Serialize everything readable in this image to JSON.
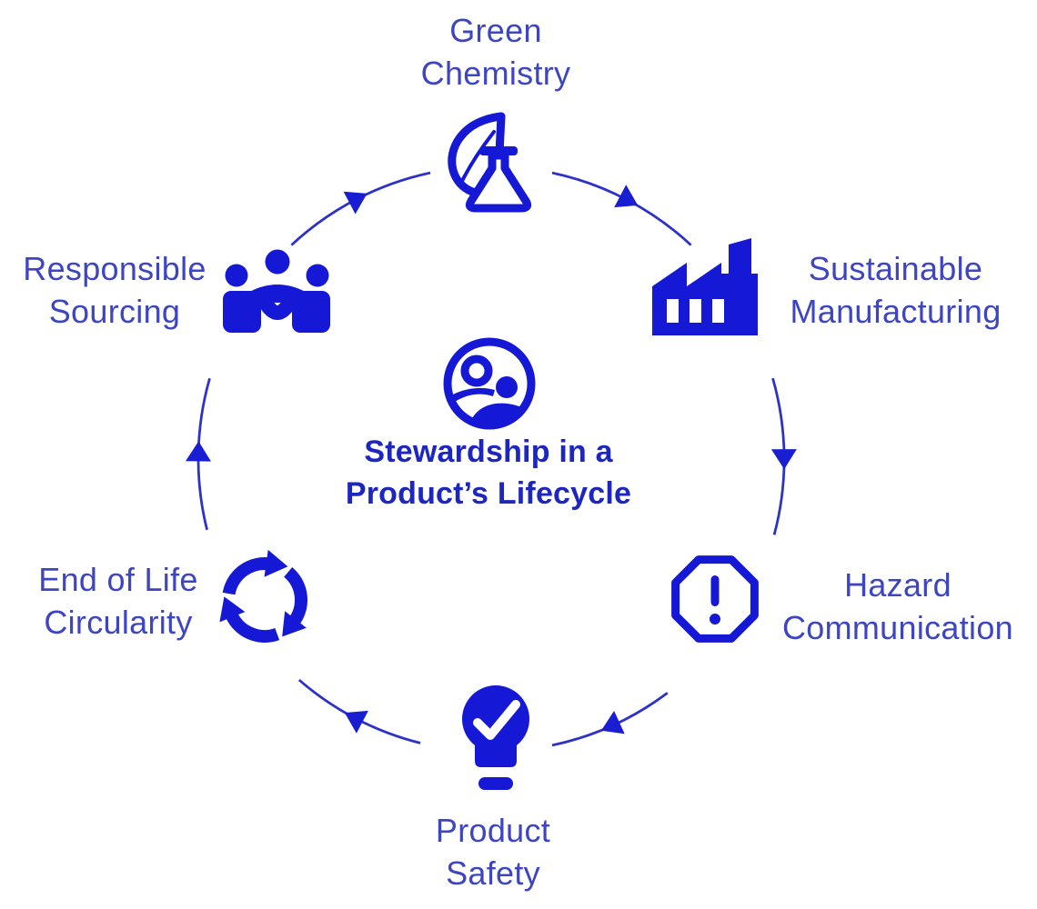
{
  "diagram": {
    "flow": "clockwise",
    "center": {
      "icon": "planet-stewardship-icon",
      "line1": "Stewardship in a",
      "line2": "Product’s Lifecycle"
    },
    "nodes": [
      {
        "id": "green-chemistry",
        "position": "top",
        "icon": "leaf-flask-icon",
        "line1": "Green",
        "line2": "Chemistry"
      },
      {
        "id": "sustainable-manufacturing",
        "position": "upper-right",
        "icon": "factory-icon",
        "line1": "Sustainable",
        "line2": "Manufacturing"
      },
      {
        "id": "hazard-communication",
        "position": "lower-right",
        "icon": "hazard-octagon-icon",
        "line1": "Hazard",
        "line2": "Communication"
      },
      {
        "id": "product-safety",
        "position": "bottom",
        "icon": "lightbulb-check-icon",
        "line1": "Product",
        "line2": "Safety"
      },
      {
        "id": "end-of-life-circularity",
        "position": "lower-left",
        "icon": "recycle-arrows-icon",
        "line1": "End of Life",
        "line2": "Circularity"
      },
      {
        "id": "responsible-sourcing",
        "position": "upper-left",
        "icon": "people-group-icon",
        "line1": "Responsible",
        "line2": "Sourcing"
      }
    ],
    "colors": {
      "icon_blue": "#1519D6",
      "label_blue": "#3D45C0",
      "center_text_blue": "#1D27C0",
      "arrow_blue": "#2D33C6",
      "background": "#FFFFFF"
    }
  }
}
